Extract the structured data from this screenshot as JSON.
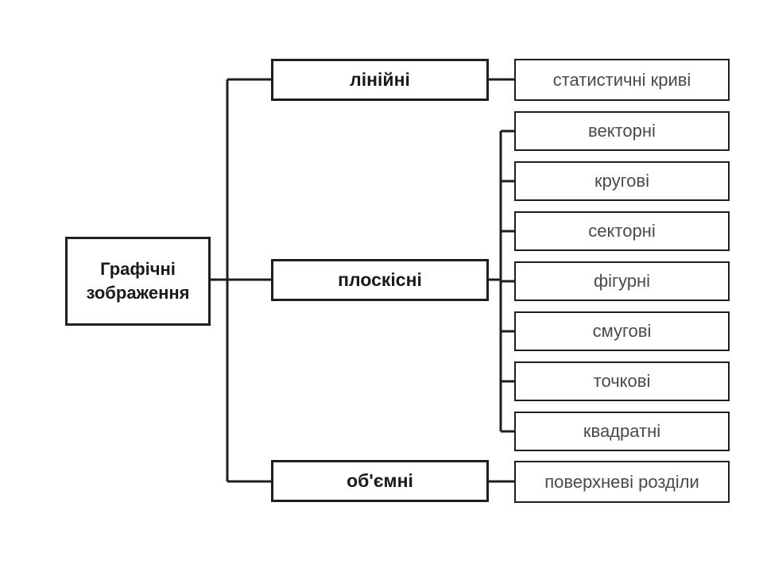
{
  "root": {
    "line1": "Графічні",
    "line2": "зображення"
  },
  "categories": [
    {
      "label": "лінійні",
      "items": [
        "статистичні криві"
      ]
    },
    {
      "label": "плоскісні",
      "items": [
        "векторні",
        "кругові",
        "секторні",
        "фігурні",
        "смугові",
        "точкові",
        "квадратні"
      ]
    },
    {
      "label": "об'ємні",
      "items": [
        "поверхневі розділи"
      ]
    }
  ]
}
